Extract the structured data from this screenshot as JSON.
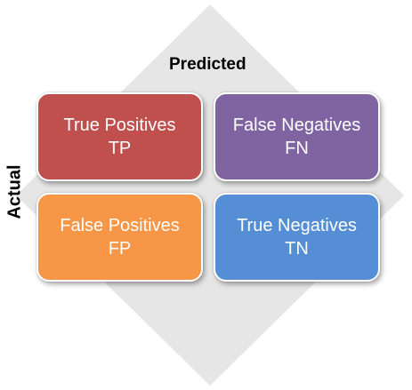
{
  "diagram": {
    "predicted_label": "Predicted",
    "actual_label": "Actual",
    "cells": {
      "tp": {
        "line1": "True Positives",
        "line2": "TP",
        "color": "#c0504d"
      },
      "fn": {
        "line1": "False Negatives",
        "line2": "FN",
        "color": "#8064a2"
      },
      "fp": {
        "line1": "False Positives",
        "line2": "FP",
        "color": "#f79646"
      },
      "tn": {
        "line1": "True Negatives",
        "line2": "TN",
        "color": "#558ed5"
      }
    },
    "background_color": "#e6e6e6"
  }
}
